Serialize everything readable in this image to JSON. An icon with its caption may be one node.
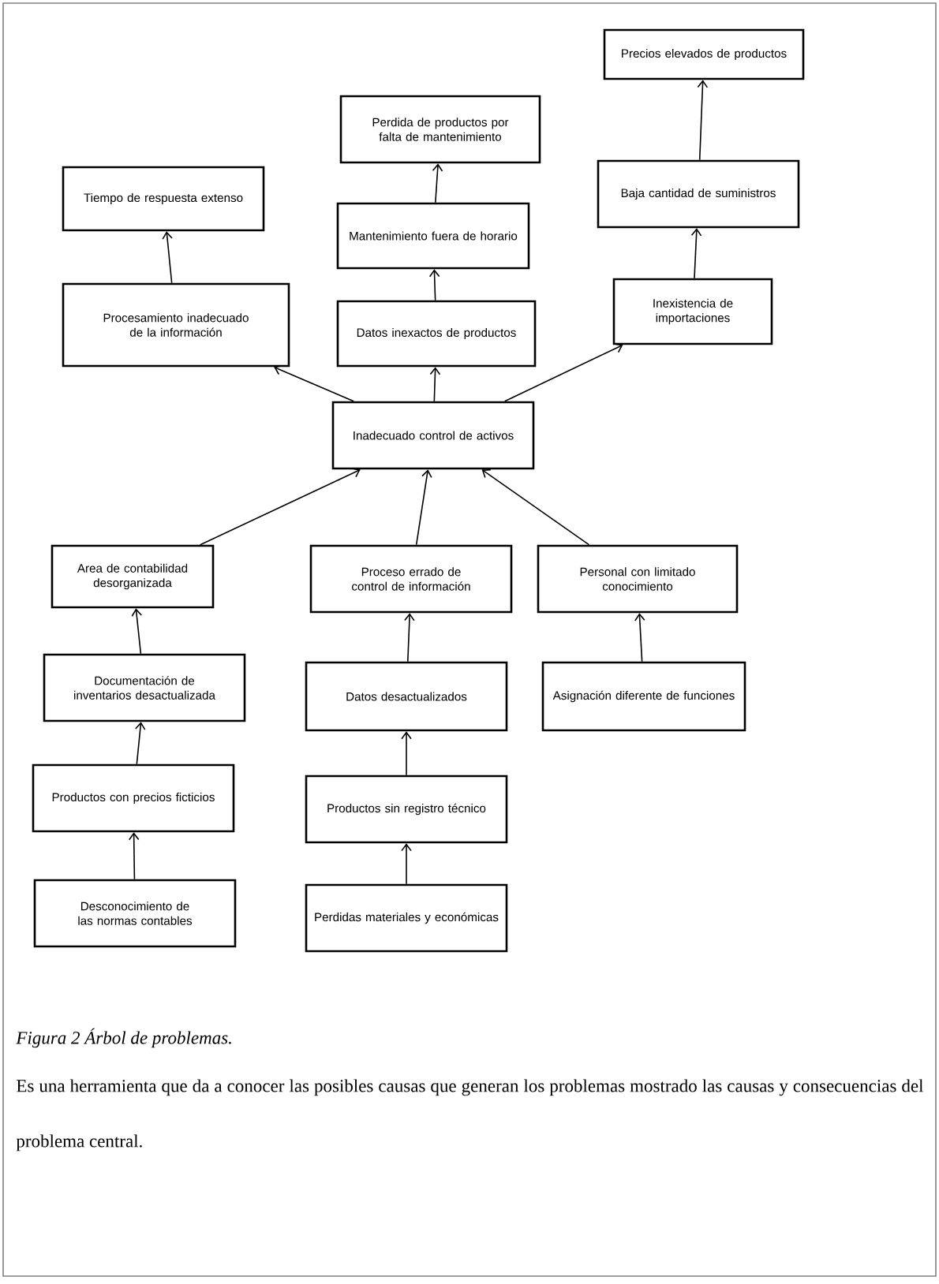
{
  "diagram": {
    "caption": "Figura 2 Árbol de problemas.",
    "nodes": [
      {
        "text": [
          "Precios elevados de productos"
        ]
      },
      {
        "text": [
          "Perdida de productos por falta de mantenimiento"
        ]
      },
      {
        "text": [
          "Tiempo de respuesta extenso"
        ]
      },
      {
        "text": [
          "Baja cantidad de suministros"
        ]
      },
      {
        "text": [
          "Mantenimiento fuera de horario"
        ]
      },
      {
        "text": [
          "Procesamiento inadecuado de la información"
        ]
      },
      {
        "text": [
          "Datos inexactos de productos"
        ]
      },
      {
        "text": [
          "Inexistencia de importaciones"
        ]
      },
      {
        "text": [
          "Inadecuado control de activos"
        ]
      },
      {
        "text": [
          "Area de contabilidad desorganizada"
        ]
      },
      {
        "text": [
          "Proceso errado de control de información"
        ]
      },
      {
        "text": [
          "Personal con limitado conocimiento"
        ]
      },
      {
        "text": [
          "Documentación de inventarios desactualizada"
        ]
      },
      {
        "text": [
          "Datos desactualizados"
        ]
      },
      {
        "text": [
          "Asignación diferente de funciones"
        ]
      },
      {
        "text": [
          "Productos con precios ficticios"
        ]
      },
      {
        "text": [
          "Productos sin registro técnico"
        ]
      },
      {
        "text": [
          "Desconocimiento de las normas contables"
        ]
      },
      {
        "text": [
          "Perdidas materiales y económicas"
        ]
      }
    ],
    "edges": [
      {
        "from": 3,
        "to": 0,
        "arrow": "to"
      },
      {
        "from": 7,
        "to": 3,
        "arrow": "to"
      },
      {
        "from": 8,
        "to": 7,
        "arrow": "to"
      },
      {
        "from": 8,
        "to": 6,
        "arrow": "to"
      },
      {
        "from": 6,
        "to": 4,
        "arrow": "to"
      },
      {
        "from": 4,
        "to": 1,
        "arrow": "to"
      },
      {
        "from": 8,
        "to": 5,
        "arrow": "to"
      },
      {
        "from": 5,
        "to": 2,
        "arrow": "to"
      },
      {
        "from": 9,
        "to": 8,
        "arrow": "to"
      },
      {
        "from": 10,
        "to": 8,
        "arrow": "to"
      },
      {
        "from": 11,
        "to": 8,
        "arrow": "to"
      },
      {
        "from": 12,
        "to": 9,
        "arrow": "to"
      },
      {
        "from": 13,
        "to": 10,
        "arrow": "to"
      },
      {
        "from": 14,
        "to": 11,
        "arrow": "to"
      },
      {
        "from": 15,
        "to": 12,
        "arrow": "to"
      },
      {
        "from": 16,
        "to": 13,
        "arrow": "to"
      },
      {
        "from": 17,
        "to": 15,
        "arrow": "to"
      },
      {
        "from": 18,
        "to": 16,
        "arrow": "to"
      }
    ],
    "labels": [
      "Es una herramienta que da a conocer las posibles causas que generan los problemas mostrado las causas y consecuencias del problema central."
    ]
  }
}
